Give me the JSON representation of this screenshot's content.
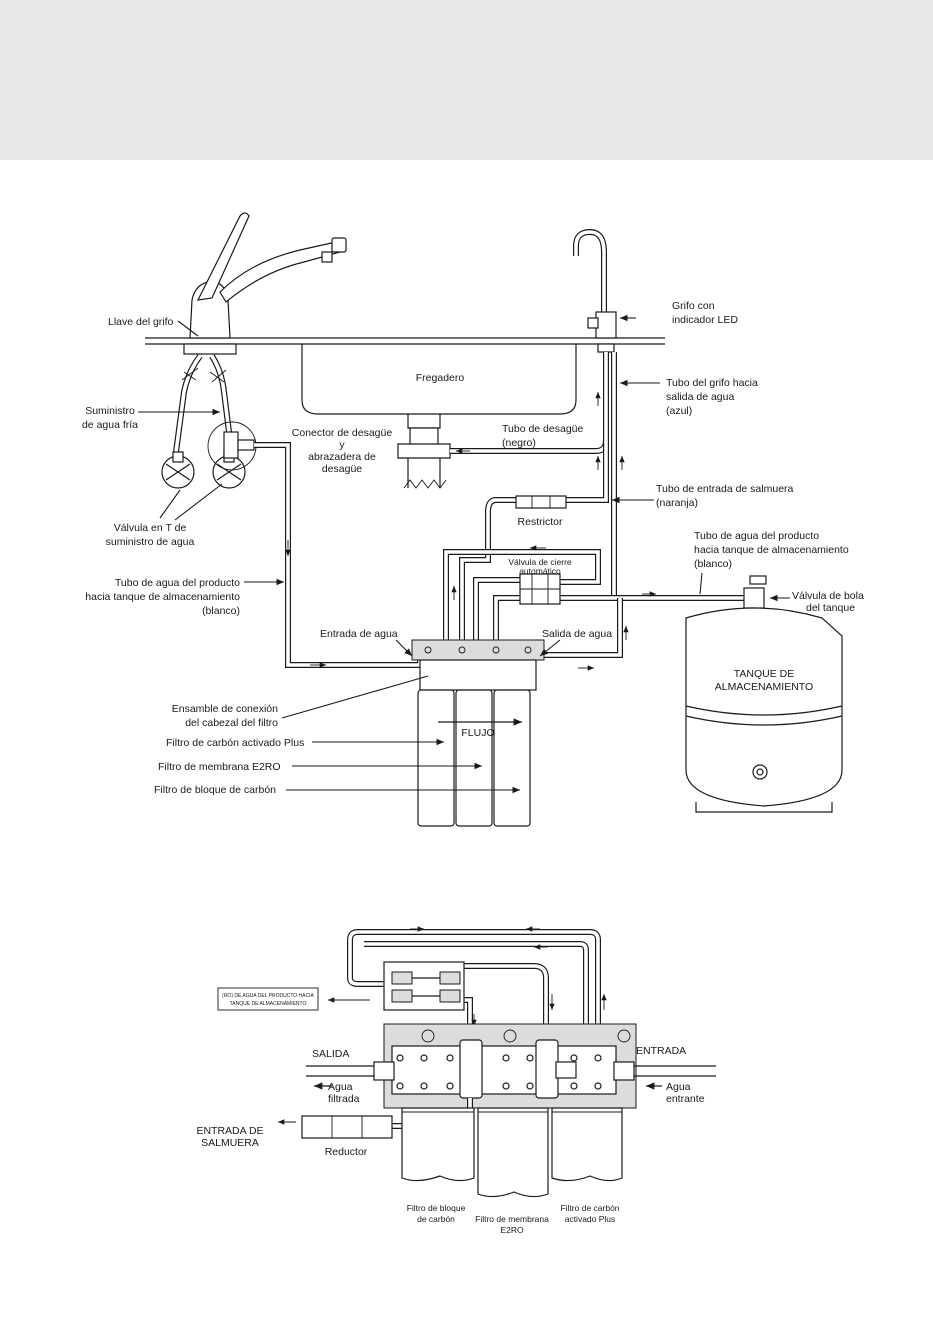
{
  "diagram1": {
    "faucet_handle_label": "Llave del grifo",
    "sink_label": "Fregadero",
    "led_faucet_label": [
      "Grifo con",
      "indicador LED"
    ],
    "faucet_tube_label": [
      "Tubo del grifo hacia",
      "salida de agua",
      "(azul)"
    ],
    "cold_supply_label": [
      "Suministro",
      "de agua fría"
    ],
    "drain_connector_label": [
      "Conector de desagüe",
      "y",
      "abrazadera de",
      "desagüe"
    ],
    "drain_tube_label": [
      "Tubo de desagüe",
      "(negro)"
    ],
    "brine_inlet_tube_label": [
      "Tubo de entrada de salmuera",
      "(naranja)"
    ],
    "t_valve_label": [
      "Válvula en T de",
      "suministro de agua"
    ],
    "restrictor_label": "Restrictor",
    "product_tube_tank_label": [
      "Tubo de agua del producto",
      "hacia tanque de almacenamiento",
      "(blanco)"
    ],
    "shutoff_valve_label": [
      "Válvula de cierre",
      "automático"
    ],
    "product_tube_left_label": [
      "Tubo de agua del producto",
      "hacia tanque de almacenamiento",
      "(blanco)"
    ],
    "tank_ball_valve_label": [
      "Válvula de bola",
      "del tanque"
    ],
    "water_inlet_label": "Entrada de agua",
    "water_outlet_label": "Salida de agua",
    "tank_label": [
      "TANQUE DE",
      "ALMACENAMIENTO"
    ],
    "head_assembly_label": [
      "Ensamble de conexión",
      "del cabezal del filtro"
    ],
    "flow_label": "FLUJO",
    "activated_carbon_label": "Filtro de carbón activado Plus",
    "membrane_label": "Filtro de membrana E2RO",
    "carbon_block_label": "Filtro de bloque de carbón"
  },
  "diagram2": {
    "product_box_label": [
      "(RO) DE AGUA DEL PRODUCTO HACIA",
      "TANQUE DE ALMACENAMIENTO"
    ],
    "outlet_label": "SALIDA",
    "inlet_label": "ENTRADA",
    "filtered_water_label": [
      "Agua",
      "filtrada"
    ],
    "incoming_water_label": [
      "Agua",
      "entrante"
    ],
    "brine_inlet_label": [
      "ENTRADA DE",
      "SALMUERA"
    ],
    "reducer_label": "Reductor",
    "carbon_block_label": [
      "Filtro de bloque",
      "de carbón"
    ],
    "membrane_label": [
      "Filtro de membrana",
      "E2RO"
    ],
    "activated_carbon_label": [
      "Filtro de carbón",
      "activado Plus"
    ]
  }
}
